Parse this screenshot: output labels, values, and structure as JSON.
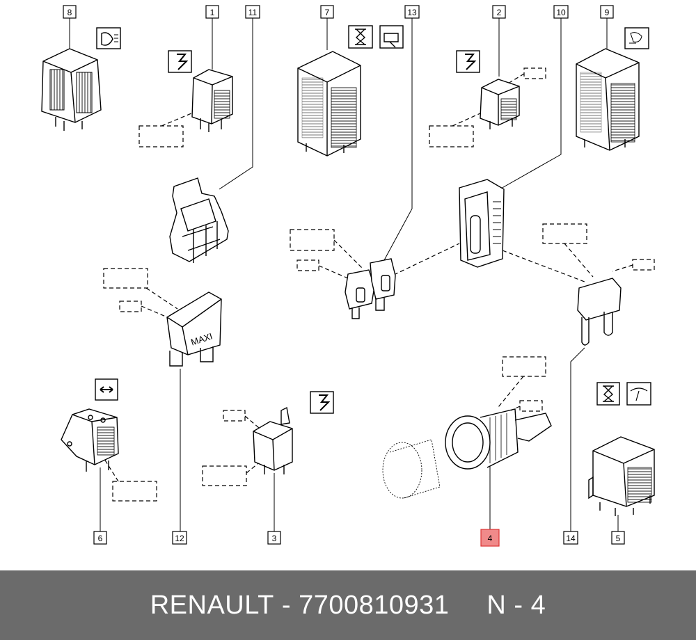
{
  "callouts": {
    "n1": "1",
    "n2": "2",
    "n3": "3",
    "n4": "4",
    "n5": "5",
    "n6": "6",
    "n7": "7",
    "n8": "8",
    "n9": "9",
    "n10": "10",
    "n11": "11",
    "n12": "12",
    "n13": "13",
    "n14": "14"
  },
  "highlight_color": "#f08a8a",
  "fuse_label": "MAXI",
  "footer": {
    "brand": "RENAULT",
    "dash": "-",
    "part_number": "7700810931",
    "ref": "N - 4"
  }
}
